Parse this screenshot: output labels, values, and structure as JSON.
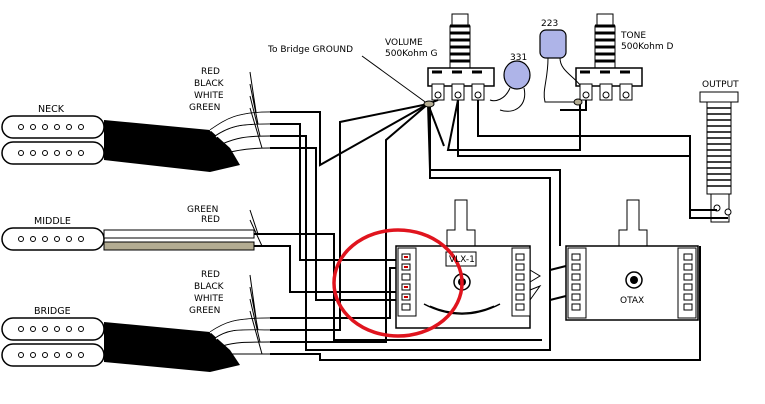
{
  "labels": {
    "to_bridge_ground": "To Bridge GROUND",
    "volume": "VOLUME",
    "volume_value": "500Kohm G",
    "tone": "TONE",
    "tone_value": "500Kohm D",
    "cap_223": "223",
    "cap_331": "331",
    "output": "OUTPUT",
    "neck": "NECK",
    "middle": "MIDDLE",
    "bridge": "BRIDGE",
    "vlx": "VLX-1",
    "otax": "OTAX"
  },
  "neck_wires": [
    "RED",
    "BLACK",
    "WHITE",
    "GREEN"
  ],
  "middle_wires": [
    "GREEN",
    "RED"
  ],
  "bridge_wires": [
    "RED",
    "BLACK",
    "WHITE",
    "GREEN"
  ],
  "colors": {
    "highlight_circle": "#e0141e",
    "capacitor_fill": "#aeb4e8",
    "switch_red_contact": "#cc0000",
    "middle_cable_stripe": "#b3ac92"
  }
}
